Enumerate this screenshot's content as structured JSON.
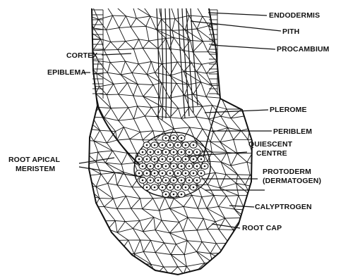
{
  "diagram": {
    "labels": {
      "endodermis": "ENDODERMIS",
      "pith": "PITH",
      "procambium": "PROCAMBIUM",
      "cortex": "CORTEX",
      "epiblema": "EPIBLEMA",
      "plerome": "PLEROME",
      "periblem": "PERIBLEM",
      "quiescent_line1": "QUIESCENT",
      "quiescent_line2": "CENTRE",
      "root_apical_line1": "ROOT APICAL",
      "root_apical_line2": "MERISTEM",
      "protoderm_line1": "PROTODERM",
      "protoderm_line2": "(DERMATOGEN)",
      "calyptrogen": "CALYPTROGEN",
      "root_cap": "ROOT CAP"
    },
    "colors": {
      "ink": "#111111",
      "background": "#ffffff"
    }
  }
}
